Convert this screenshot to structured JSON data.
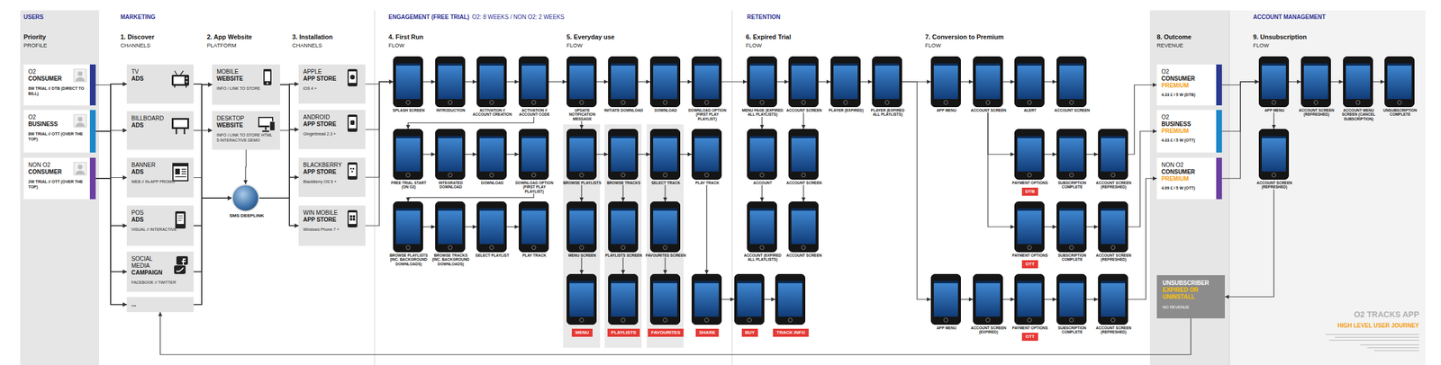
{
  "diagram": {
    "title": "O2 TRACKS APP",
    "nodes": [
      {
        "text": [
          "O2",
          "CONSUMER",
          "8W TRIAL // DTB (DIRECT TO BILL)"
        ]
      },
      {
        "text": [
          "O2",
          "BUSINESS",
          "8W TRIAL // OTT (OVER THE TOP)"
        ]
      },
      {
        "text": [
          "NON O2",
          "CONSUMER",
          "2W TRIAL // OTT (OVER THE TOP)"
        ]
      },
      {
        "text": [
          "TV",
          "ADS"
        ]
      },
      {
        "text": [
          "BILLBOARD",
          "ADS"
        ]
      },
      {
        "text": [
          "BANNER",
          "ADS",
          "WEB // IN-APP PROMO"
        ]
      },
      {
        "text": [
          "POS",
          "ADS",
          "VISUAL // INTERACTIVE"
        ]
      },
      {
        "text": [
          "SOCIAL MEDIA",
          "CAMPAIGN",
          "FACEBOOK // TWITTER"
        ]
      },
      {
        "text": [
          "..."
        ]
      },
      {
        "text": [
          "MOBILE",
          "WEBSITE",
          "INFO / LINK TO STORE"
        ]
      },
      {
        "text": [
          "DESKTOP",
          "WEBSITE",
          "INFO / LINK TO STORE HTML 5 INTERACTIVE DEMO"
        ]
      },
      {
        "text": [
          "SMS DEEPLINK"
        ]
      },
      {
        "text": [
          "APPLE",
          "APP STORE",
          "iOS 4 +"
        ]
      },
      {
        "text": [
          "ANDROID",
          "APP STORE",
          "Gingerbread 2.3 +"
        ]
      },
      {
        "text": [
          "BLACKBERRY",
          "APP STORE",
          "BlackBerry OS 5 +"
        ]
      },
      {
        "text": [
          "WIN MOBILE",
          "APP STORE",
          "Windows Phone 7 +"
        ]
      },
      {
        "text": [
          "SPLASH SCREEN"
        ]
      },
      {
        "text": [
          "INTRODUCTION"
        ]
      },
      {
        "text": [
          "ACTIVATION // ACCOUNT CREATION"
        ]
      },
      {
        "text": [
          "ACTIVATION // ACCOUNT CODE"
        ]
      },
      {
        "text": [
          "FREE TRIAL START (ON O2)"
        ]
      },
      {
        "text": [
          "INTEGRATED DOWNLOAD"
        ]
      },
      {
        "text": [
          "DOWNLOAD"
        ]
      },
      {
        "text": [
          "DOWNLOAD OPTION (FIRST PLAY PLAYLIST)"
        ]
      },
      {
        "text": [
          "BROWSE PLAYLISTS (INC. BACKGROUND DOWNLOADS)"
        ]
      },
      {
        "text": [
          "BROWSE TRACKS (INC. BACKGROUND DOWNLOADS)"
        ]
      },
      {
        "text": [
          "SELECT PLAYLIST"
        ]
      },
      {
        "text": [
          "PLAY TRACK"
        ]
      },
      {
        "text": [
          "UPDATE NOTIFICATION MESSAGE"
        ]
      },
      {
        "text": [
          "INITIATE DOWNLOAD"
        ]
      },
      {
        "text": [
          "DOWNLOAD"
        ]
      },
      {
        "text": [
          "DOWNLOAD OPTION (FIRST PLAY PLAYLIST)"
        ]
      },
      {
        "text": [
          "BROWSE PLAYLISTS"
        ]
      },
      {
        "text": [
          "BROWSE TRACKS"
        ]
      },
      {
        "text": [
          "SELECT TRACK"
        ]
      },
      {
        "text": [
          "PLAY TRACK"
        ]
      },
      {
        "text": [
          "MENU SCREEN"
        ]
      },
      {
        "text": [
          "PLAYLISTS SCREEN"
        ]
      },
      {
        "text": [
          "FAVOURITES SCREEN"
        ]
      },
      {
        "text": [
          "MENU"
        ]
      },
      {
        "text": [
          "PLAYLISTS"
        ]
      },
      {
        "text": [
          "FAVOURITES"
        ]
      },
      {
        "text": [
          "SHARE"
        ]
      },
      {
        "text": [
          "BUY"
        ]
      },
      {
        "text": [
          "TRACK INFO"
        ]
      },
      {
        "text": [
          "MENU PAGE (EXPIRED ALL PLAYLISTS)"
        ]
      },
      {
        "text": [
          "ACCOUNT SCREEN"
        ]
      },
      {
        "text": [
          "PLAYER (EXPIRED)"
        ]
      },
      {
        "text": [
          "PLAYER (EXPIRED ALL PLAYLISTS)"
        ]
      },
      {
        "text": [
          "ACCOUNT"
        ]
      },
      {
        "text": [
          "ACCOUNT SCREEN"
        ]
      },
      {
        "text": [
          "ACCOUNT (EXPIRED ALL PLAYLISTS)"
        ]
      },
      {
        "text": [
          "ACCOUNT SCREEN"
        ]
      },
      {
        "text": [
          "APP MENU"
        ]
      },
      {
        "text": [
          "ACCOUNT SCREEN"
        ]
      },
      {
        "text": [
          "ALERT"
        ]
      },
      {
        "text": [
          "ACCOUNT SCREEN"
        ]
      },
      {
        "text": [
          "PAYMENT OPTIONS",
          "DTB"
        ]
      },
      {
        "text": [
          "SUBSCRIPTION COMPLETE"
        ]
      },
      {
        "text": [
          "ACCOUNT SCREEN (REFRESHED)"
        ]
      },
      {
        "text": [
          "PAYMENT OPTIONS",
          "OTT"
        ]
      },
      {
        "text": [
          "SUBSCRIPTION COMPLETE"
        ]
      },
      {
        "text": [
          "ACCOUNT SCREEN (REFRESHED)"
        ]
      },
      {
        "text": [
          "APP MENU"
        ]
      },
      {
        "text": [
          "ACCOUNT SCREEN (EXPIRED)"
        ]
      },
      {
        "text": [
          "PAYMENT OPTIONS",
          "OTT"
        ]
      },
      {
        "text": [
          "SUBSCRIPTION COMPLETE"
        ]
      },
      {
        "text": [
          "ACCOUNT SCREEN (REFRESHED)"
        ]
      },
      {
        "text": [
          "O2",
          "CONSUMER",
          "PREMIUM",
          "4.33 £ / 5 W (DTB)"
        ]
      },
      {
        "text": [
          "O2",
          "BUSINESS",
          "PREMIUM",
          "4.33 £ / 5 W (OTT)"
        ]
      },
      {
        "text": [
          "NON O2",
          "CONSUMER",
          "PREMIUM",
          "4.99 £ / 5 W (OTT)"
        ]
      },
      {
        "text": [
          "UNSUBSCRIBER",
          "EXPIRED OR UNINSTALL",
          "NO REVENUE"
        ]
      },
      {
        "text": [
          "APP MENU"
        ]
      },
      {
        "text": [
          "ACCOUNT SCREEN (REFRESHED)"
        ]
      },
      {
        "text": [
          "ACCOUNT MENU SCREEN (CANCEL SUBSCRIPTION)"
        ]
      },
      {
        "text": [
          "UNSUBSCRIPTION COMPLETE"
        ]
      },
      {
        "text": [
          "ACCOUNT SCREEN (REFRESHED)"
        ]
      }
    ],
    "edges": [
      {
        "from": 0,
        "to": 3,
        "arrow": "to"
      },
      {
        "from": 0,
        "to": 4,
        "arrow": "to"
      },
      {
        "from": 0,
        "to": 5,
        "arrow": "to"
      },
      {
        "from": 0,
        "to": 6,
        "arrow": "to"
      },
      {
        "from": 0,
        "to": 7,
        "arrow": "to"
      },
      {
        "from": 0,
        "to": 8,
        "arrow": "to"
      },
      {
        "from": 1,
        "to": 3,
        "arrow": "to"
      },
      {
        "from": 1,
        "to": 4,
        "arrow": "to"
      },
      {
        "from": 1,
        "to": 5,
        "arrow": "to"
      },
      {
        "from": 1,
        "to": 6,
        "arrow": "to"
      },
      {
        "from": 1,
        "to": 7,
        "arrow": "to"
      },
      {
        "from": 1,
        "to": 8,
        "arrow": "to"
      },
      {
        "from": 2,
        "to": 3,
        "arrow": "to"
      },
      {
        "from": 2,
        "to": 4,
        "arrow": "to"
      },
      {
        "from": 2,
        "to": 5,
        "arrow": "to"
      },
      {
        "from": 2,
        "to": 6,
        "arrow": "to"
      },
      {
        "from": 2,
        "to": 7,
        "arrow": "to"
      },
      {
        "from": 2,
        "to": 8,
        "arrow": "to"
      },
      {
        "from": 3,
        "to": 9,
        "arrow": "to"
      },
      {
        "from": 3,
        "to": 10,
        "arrow": "to"
      },
      {
        "from": 3,
        "to": 11,
        "arrow": "to"
      },
      {
        "from": 4,
        "to": 9,
        "arrow": "to"
      },
      {
        "from": 4,
        "to": 10,
        "arrow": "to"
      },
      {
        "from": 4,
        "to": 11,
        "arrow": "to"
      },
      {
        "from": 5,
        "to": 9,
        "arrow": "to"
      },
      {
        "from": 5,
        "to": 10,
        "arrow": "to"
      },
      {
        "from": 5,
        "to": 11,
        "arrow": "to"
      },
      {
        "from": 6,
        "to": 9,
        "arrow": "to"
      },
      {
        "from": 6,
        "to": 10,
        "arrow": "to"
      },
      {
        "from": 6,
        "to": 11,
        "arrow": "to"
      },
      {
        "from": 7,
        "to": 9,
        "arrow": "to"
      },
      {
        "from": 7,
        "to": 10,
        "arrow": "to"
      },
      {
        "from": 7,
        "to": 11,
        "arrow": "to"
      },
      {
        "from": 8,
        "to": 9,
        "arrow": "to"
      },
      {
        "from": 8,
        "to": 10,
        "arrow": "to"
      },
      {
        "from": 8,
        "to": 11,
        "arrow": "to"
      },
      {
        "from": 10,
        "to": 11,
        "arrow": "to"
      },
      {
        "from": 9,
        "to": 12,
        "arrow": "to"
      },
      {
        "from": 9,
        "to": 13,
        "arrow": "to"
      },
      {
        "from": 9,
        "to": 14,
        "arrow": "to"
      },
      {
        "from": 9,
        "to": 15,
        "arrow": "to"
      },
      {
        "from": 10,
        "to": 12,
        "arrow": "to"
      },
      {
        "from": 10,
        "to": 13,
        "arrow": "to"
      },
      {
        "from": 10,
        "to": 14,
        "arrow": "to"
      },
      {
        "from": 10,
        "to": 15,
        "arrow": "to"
      },
      {
        "from": 11,
        "to": 12,
        "arrow": "to"
      },
      {
        "from": 11,
        "to": 13,
        "arrow": "to"
      },
      {
        "from": 11,
        "to": 14,
        "arrow": "to"
      },
      {
        "from": 11,
        "to": 15,
        "arrow": "to"
      },
      {
        "from": 12,
        "to": 16,
        "arrow": "to"
      },
      {
        "from": 13,
        "to": 16,
        "arrow": "to"
      },
      {
        "from": 14,
        "to": 16,
        "arrow": "to"
      },
      {
        "from": 15,
        "to": 16,
        "arrow": "to"
      },
      {
        "from": 16,
        "to": 17,
        "arrow": "to"
      },
      {
        "from": 17,
        "to": 18,
        "arrow": "to"
      },
      {
        "from": 18,
        "to": 19,
        "arrow": "to"
      },
      {
        "from": 19,
        "to": 20,
        "arrow": "to"
      },
      {
        "from": 19,
        "to": 28,
        "arrow": "to"
      },
      {
        "from": 20,
        "to": 21,
        "arrow": "to"
      },
      {
        "from": 21,
        "to": 22,
        "arrow": "to"
      },
      {
        "from": 22,
        "to": 23,
        "arrow": "to"
      },
      {
        "from": 23,
        "to": 24,
        "arrow": "to"
      },
      {
        "from": 24,
        "to": 25,
        "arrow": "to"
      },
      {
        "from": 25,
        "to": 26,
        "arrow": "to"
      },
      {
        "from": 26,
        "to": 27,
        "arrow": "to"
      },
      {
        "from": 28,
        "to": 29,
        "arrow": "to"
      },
      {
        "from": 29,
        "to": 30,
        "arrow": "to"
      },
      {
        "from": 30,
        "to": 31,
        "arrow": "to"
      },
      {
        "from": 31,
        "to": 45,
        "arrow": "to"
      },
      {
        "from": 28,
        "to": 32,
        "arrow": "to"
      },
      {
        "from": 32,
        "to": 33,
        "arrow": "to"
      },
      {
        "from": 33,
        "to": 34,
        "arrow": "to"
      },
      {
        "from": 34,
        "to": 35,
        "arrow": "to"
      },
      {
        "from": 32,
        "to": 36,
        "arrow": "to"
      },
      {
        "from": 33,
        "to": 37,
        "arrow": "to"
      },
      {
        "from": 34,
        "to": 38,
        "arrow": "to"
      },
      {
        "from": 36,
        "to": 39,
        "arrow": "to"
      },
      {
        "from": 37,
        "to": 40,
        "arrow": "to"
      },
      {
        "from": 38,
        "to": 41,
        "arrow": "to"
      },
      {
        "from": 35,
        "to": 42,
        "arrow": "to"
      },
      {
        "from": 42,
        "to": 43,
        "arrow": "to"
      },
      {
        "from": 43,
        "to": 44,
        "arrow": "to"
      },
      {
        "from": 45,
        "to": 46,
        "arrow": "to"
      },
      {
        "from": 46,
        "to": 47,
        "arrow": "to"
      },
      {
        "from": 47,
        "to": 48,
        "arrow": "to"
      },
      {
        "from": 45,
        "to": 49,
        "arrow": "to"
      },
      {
        "from": 46,
        "to": 50,
        "arrow": "to"
      },
      {
        "from": 49,
        "to": 51,
        "arrow": "to"
      },
      {
        "from": 50,
        "to": 52,
        "arrow": "to"
      },
      {
        "from": 48,
        "to": 53,
        "arrow": "to"
      },
      {
        "from": 48,
        "to": 63,
        "arrow": "to"
      },
      {
        "from": 53,
        "to": 54,
        "arrow": "to"
      },
      {
        "from": 54,
        "to": 55,
        "arrow": "to"
      },
      {
        "from": 55,
        "to": 56,
        "arrow": "to"
      },
      {
        "from": 54,
        "to": 57,
        "arrow": "to"
      },
      {
        "from": 54,
        "to": 60,
        "arrow": "to"
      },
      {
        "from": 57,
        "to": 58,
        "arrow": "to"
      },
      {
        "from": 58,
        "to": 59,
        "arrow": "to"
      },
      {
        "from": 60,
        "to": 61,
        "arrow": "to"
      },
      {
        "from": 61,
        "to": 62,
        "arrow": "to"
      },
      {
        "from": 63,
        "to": 64,
        "arrow": "to"
      },
      {
        "from": 64,
        "to": 65,
        "arrow": "to"
      },
      {
        "from": 65,
        "to": 66,
        "arrow": "to"
      },
      {
        "from": 66,
        "to": 67,
        "arrow": "to"
      },
      {
        "from": 59,
        "to": 68,
        "arrow": "to"
      },
      {
        "from": 62,
        "to": 69,
        "arrow": "to"
      },
      {
        "from": 67,
        "to": 70,
        "arrow": "to"
      },
      {
        "from": 68,
        "to": 72,
        "arrow": "to"
      },
      {
        "from": 69,
        "to": 72,
        "arrow": "to"
      },
      {
        "from": 70,
        "to": 72,
        "arrow": "to"
      },
      {
        "from": 72,
        "to": 73,
        "arrow": "to"
      },
      {
        "from": 73,
        "to": 74,
        "arrow": "to"
      },
      {
        "from": 74,
        "to": 75,
        "arrow": "to"
      },
      {
        "from": 72,
        "to": 76,
        "arrow": "to"
      },
      {
        "from": 76,
        "to": 71,
        "arrow": "to"
      },
      {
        "from": 71,
        "to": 8,
        "arrow": "to"
      }
    ],
    "labels": [
      "USERS",
      "MARKETING",
      "ENGAGEMENT (FREE TRIAL)",
      "O2: 8 WEEKS / NON O2: 2 WEEKS",
      "RETENTION",
      "ACCOUNT MANAGEMENT",
      "Priority",
      "PROFILE",
      "1. Discover",
      "CHANNELS",
      "2. App Website",
      "PLATFORM",
      "3. Installation",
      "CHANNELS",
      "4. First Run",
      "FLOW",
      "5. Everyday use",
      "FLOW",
      "6. Expired Trial",
      "FLOW",
      "7. Conversion to Premium",
      "FLOW",
      "8. Outcome",
      "REVENUE",
      "9. Unsubscription",
      "FLOW",
      "HIGH LEVEL USER JOURNEY"
    ]
  }
}
